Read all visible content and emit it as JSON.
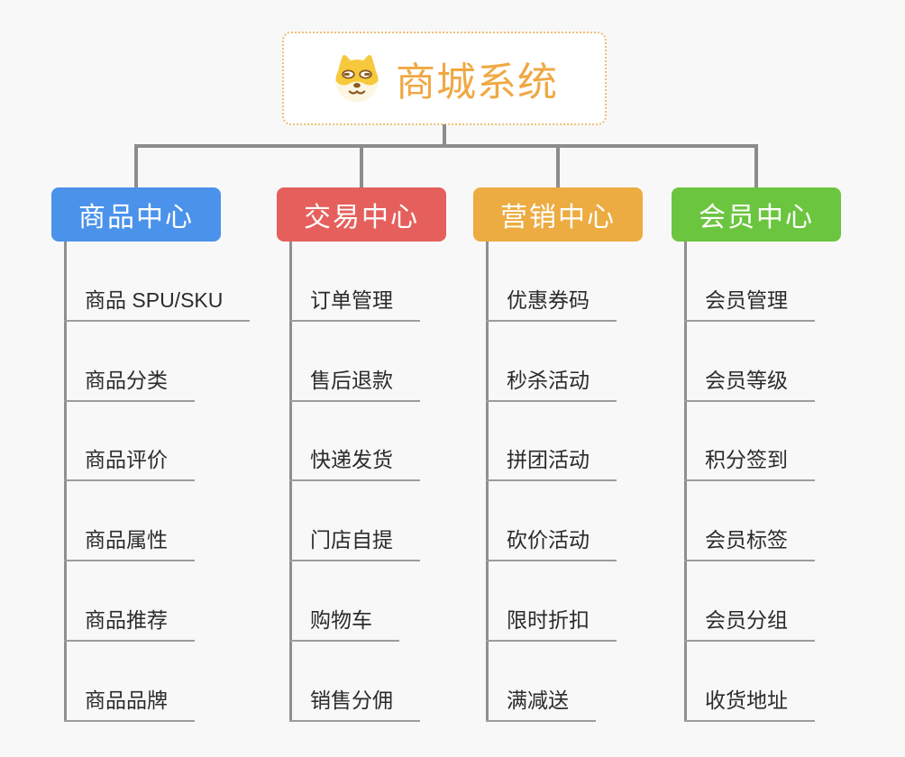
{
  "root": {
    "title": "商城系统",
    "icon": "dog-face-icon",
    "accent_color": "#EFA843",
    "border_color": "#EDBE75"
  },
  "connector_color": "#8C8C8C",
  "branches": [
    {
      "label": "商品中心",
      "color": "#4B92EA",
      "children": [
        "商品 SPU/SKU",
        "商品分类",
        "商品评价",
        "商品属性",
        "商品推荐",
        "商品品牌"
      ]
    },
    {
      "label": "交易中心",
      "color": "#E5605C",
      "children": [
        "订单管理",
        "售后退款",
        "快递发货",
        "门店自提",
        "购物车",
        "销售分佣"
      ]
    },
    {
      "label": "营销中心",
      "color": "#ECAC41",
      "children": [
        "优惠券码",
        "秒杀活动",
        "拼团活动",
        "砍价活动",
        "限时折扣",
        "满减送"
      ]
    },
    {
      "label": "会员中心",
      "color": "#6BC53F",
      "children": [
        "会员管理",
        "会员等级",
        "积分签到",
        "会员标签",
        "会员分组",
        "收货地址"
      ]
    }
  ]
}
